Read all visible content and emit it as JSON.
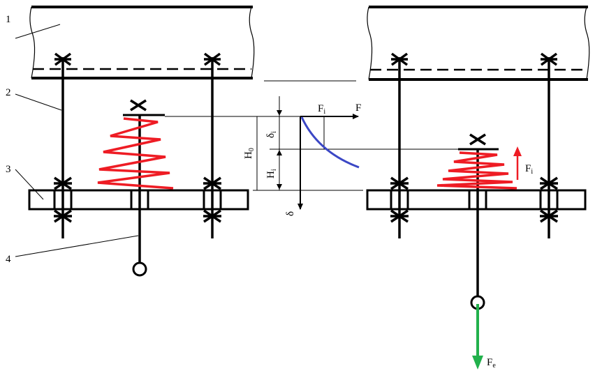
{
  "part_labels": [
    "1",
    "2",
    "3",
    "4"
  ],
  "axes": {
    "force_axis_label": "F",
    "deflection_axis_label": "δ"
  },
  "dimensions": {
    "free_height": {
      "main": "H",
      "sub": "0"
    },
    "deflection": {
      "main": "δ",
      "sub": "i"
    },
    "height": {
      "main": "H",
      "sub": "i"
    },
    "force_mark": {
      "main": "F",
      "sub": "i"
    }
  },
  "forces": {
    "spring_force": {
      "main": "F",
      "sub": "i"
    },
    "external_force": {
      "main": "F",
      "sub": "e"
    }
  },
  "colors": {
    "spring": "#ee1c24",
    "curve": "#3b47c5",
    "spring_force_arrow": "#ee1c24",
    "external_force_arrow": "#22b14c",
    "line": "#000000"
  }
}
